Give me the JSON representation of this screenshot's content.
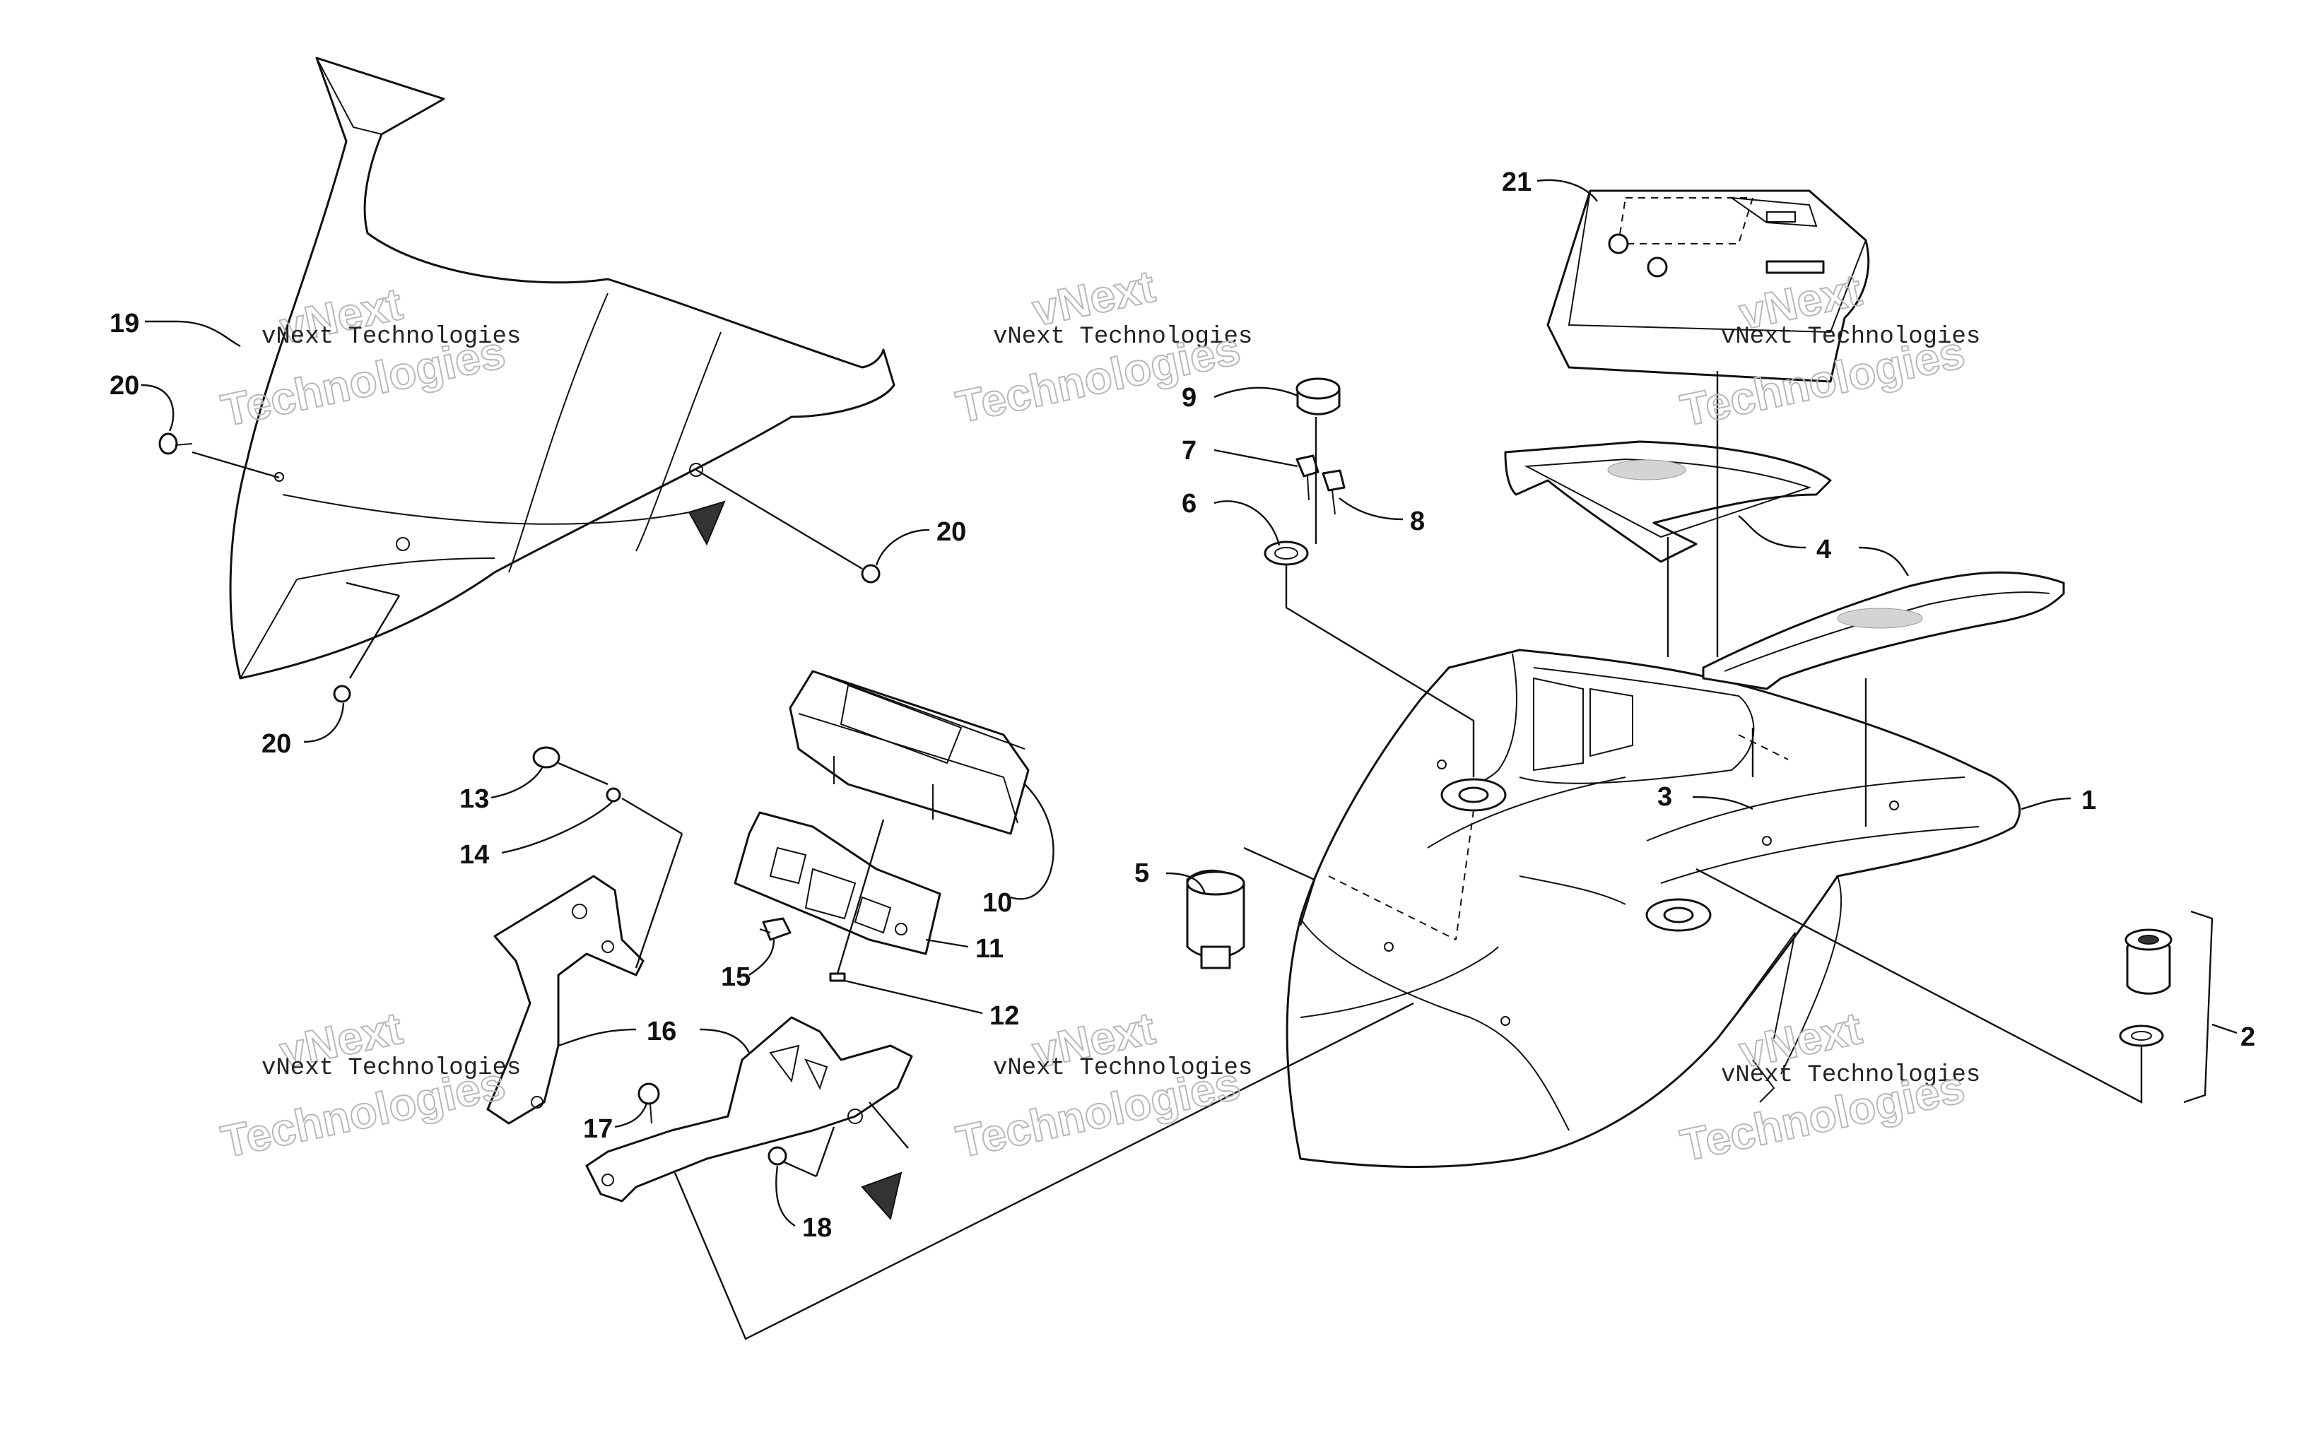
{
  "diagram": {
    "callouts": [
      "1",
      "2",
      "3",
      "4",
      "5",
      "6",
      "7",
      "8",
      "9",
      "10",
      "11",
      "12",
      "13",
      "14",
      "15",
      "16",
      "17",
      "18",
      "19",
      "20",
      "20",
      "20",
      "21"
    ],
    "watermark": {
      "line1": "vNext Technologies",
      "line2": "Technologies",
      "line3": "vNext"
    }
  }
}
